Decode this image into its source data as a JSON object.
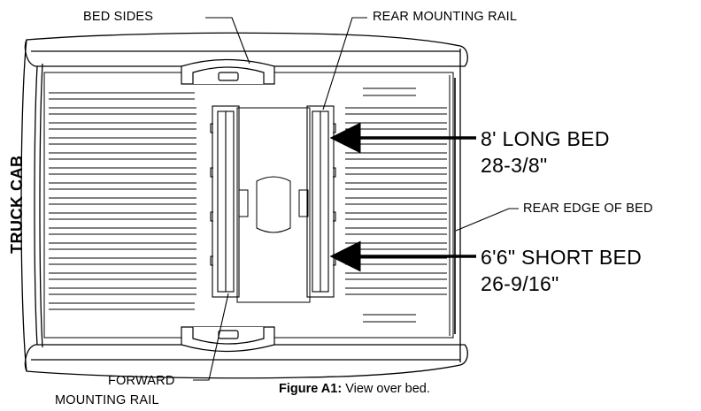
{
  "labels": {
    "bed_sides": "BED SIDES",
    "rear_mounting_rail": "REAR MOUNTING RAIL",
    "truck_cab": "TRUCK CAB",
    "long_bed": "8' LONG BED",
    "long_bed_dim": "28-3/8\"",
    "rear_edge": "REAR EDGE OF BED",
    "short_bed": "6'6\" SHORT BED",
    "short_bed_dim": "26-9/16\"",
    "forward_line1": "FORWARD",
    "forward_line2": "MOUNTING RAIL"
  },
  "caption": {
    "label": "Figure A1:",
    "text": " View over bed."
  },
  "colors": {
    "line": "#000000",
    "background": "#ffffff"
  }
}
